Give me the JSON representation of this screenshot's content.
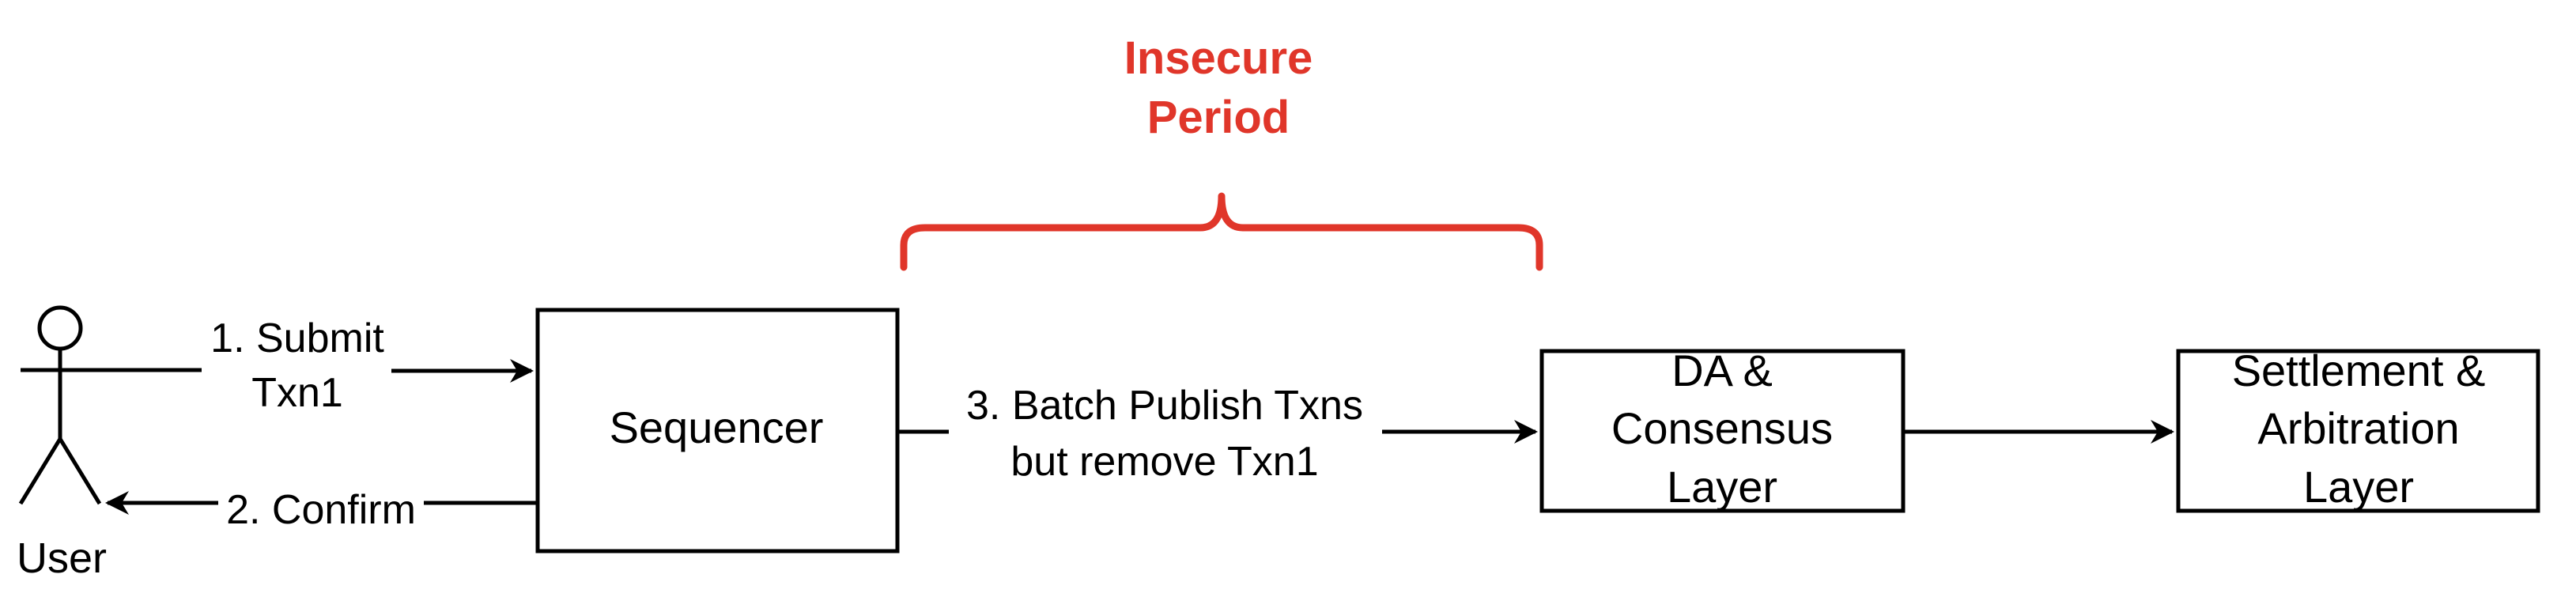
{
  "colors": {
    "stroke": "#000000",
    "accent": "#e0362a"
  },
  "annotation": {
    "line1": "Insecure",
    "line2": "Period"
  },
  "actor": {
    "label": "User",
    "icon": "stick-figure-icon"
  },
  "boxes": {
    "sequencer": "Sequencer",
    "da": {
      "line1": "DA &",
      "line2": "Consensus",
      "line3": "Layer"
    },
    "settlement": {
      "line1": "Settlement &",
      "line2": "Arbitration",
      "line3": "Layer"
    }
  },
  "edges": {
    "submit": {
      "line1": "1. Submit",
      "line2": "Txn1"
    },
    "confirm": "2. Confirm",
    "batch": {
      "line1": "3. Batch Publish Txns",
      "line2": "but remove Txn1"
    }
  }
}
